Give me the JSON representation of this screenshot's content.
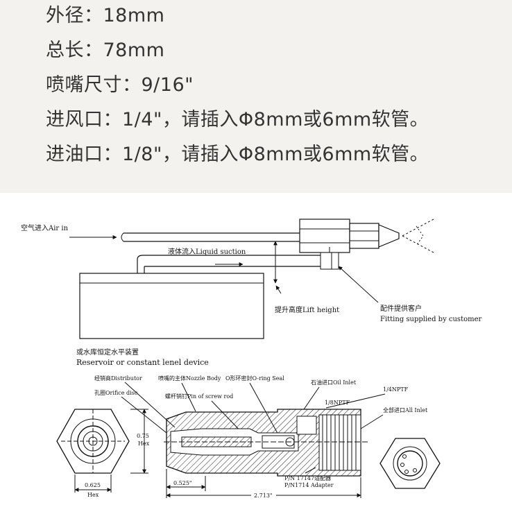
{
  "specs": {
    "outer_diameter": "外径：18mm",
    "total_length": "总长：78mm",
    "nozzle_size": "喷嘴尺寸：9/16\"",
    "air_inlet": "进风口：1/4\"，请插入Φ8mm或6mm软管。",
    "oil_inlet": "进油口：1/8\"，请插入Φ8mm或6mm软管。"
  },
  "diagram": {
    "air_in": "空气进入Air in",
    "liquid_suction": "液体流入Liquid suction",
    "lift_height": "提升高度Lift height",
    "fitting_cn": "配件提供客户",
    "fitting_en": "Fitting supplied by customer",
    "reservoir_cn": "或水库恒定水平装置",
    "reservoir_en": "Reservoir or constant lenel device",
    "distributor": "经销商Distributor",
    "orifice_disc": "孔圈Orifice disc",
    "nozzle_body": "喷嘴的主体Nozzle Body",
    "o_ring": "O形环密封O-ring Seal",
    "screw_rod": "螺杆销钉Pin of screw rod",
    "oil_inlet": "石油进口Oil Inlet",
    "npt_14": "1/4NPTF",
    "npt_18": "1/8NPTF",
    "all_inlet": "全部进口All Inlet",
    "hex_075": "0.75",
    "hex_word": "Hex",
    "hex_0625": "0.625",
    "dim_0525": "0.525\"",
    "dim_2713": "2.713\"",
    "adapter_cn": "P/N 17147适配器",
    "adapter_en": "P/N1714 Adapter"
  }
}
